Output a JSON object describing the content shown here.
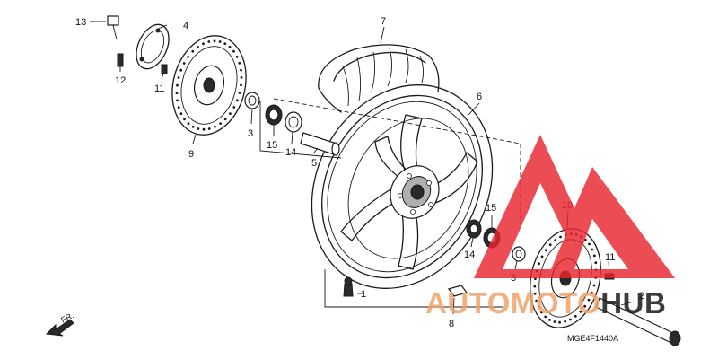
{
  "diagram": {
    "drawing_code": "MGE4F1440A",
    "direction_label": "FR.",
    "parts": [
      {
        "id": "p1",
        "number": "1"
      },
      {
        "id": "p2",
        "number": "2"
      },
      {
        "id": "p3a",
        "number": "3"
      },
      {
        "id": "p3b",
        "number": "3"
      },
      {
        "id": "p4",
        "number": "4"
      },
      {
        "id": "p5",
        "number": "5"
      },
      {
        "id": "p6",
        "number": "6"
      },
      {
        "id": "p7",
        "number": "7"
      },
      {
        "id": "p8",
        "number": "8"
      },
      {
        "id": "p9",
        "number": "9"
      },
      {
        "id": "p10",
        "number": "10"
      },
      {
        "id": "p11a",
        "number": "11"
      },
      {
        "id": "p11b",
        "number": "11"
      },
      {
        "id": "p12",
        "number": "12"
      },
      {
        "id": "p13",
        "number": "13"
      },
      {
        "id": "p14a",
        "number": "14"
      },
      {
        "id": "p14b",
        "number": "14"
      },
      {
        "id": "p15a",
        "number": "15"
      },
      {
        "id": "p15b",
        "number": "15"
      }
    ]
  },
  "watermark": {
    "text": "AUTOMOTOHUB",
    "accent_color": "#e8262e",
    "text_color": "#f0a36b",
    "hub_color": "#1a1a1a"
  }
}
